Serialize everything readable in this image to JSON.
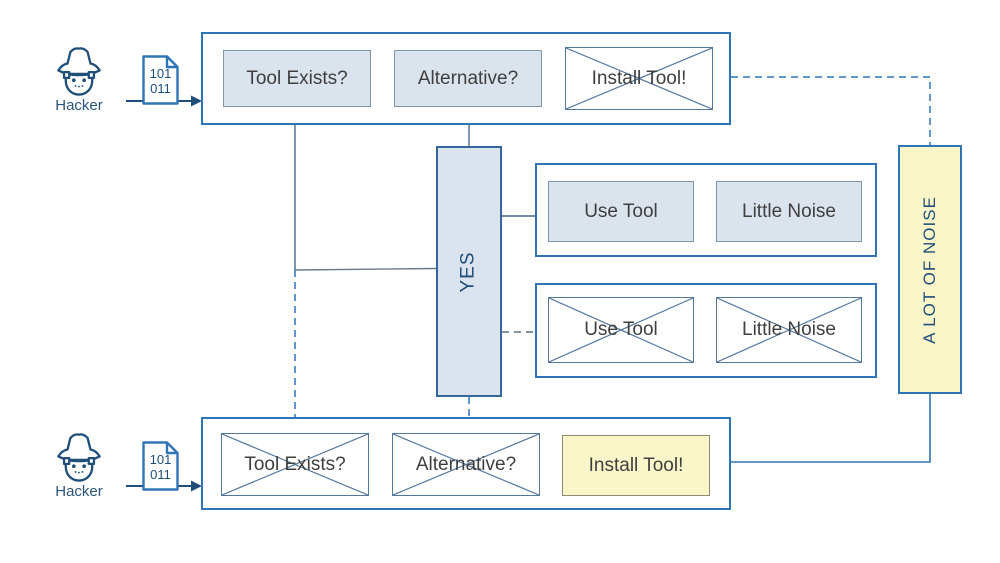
{
  "actors": {
    "top": {
      "name": "Hacker",
      "file_text": "101\n011"
    },
    "bottom": {
      "name": "Hacker",
      "file_text": "101\n011"
    }
  },
  "decision_rows": {
    "top": {
      "boxes": [
        {
          "label": "Tool Exists?",
          "state": "filled"
        },
        {
          "label": "Alternative?",
          "state": "filled"
        },
        {
          "label": "Install Tool!",
          "state": "crossed-out"
        }
      ]
    },
    "bottom": {
      "boxes": [
        {
          "label": "Tool Exists?",
          "state": "crossed-out"
        },
        {
          "label": "Alternative?",
          "state": "crossed-out"
        },
        {
          "label": "Install Tool!",
          "state": "highlighted-yellow"
        }
      ]
    }
  },
  "yes_box": {
    "label": "YES"
  },
  "outcome_rows": {
    "active": {
      "boxes": [
        {
          "label": "Use Tool",
          "state": "filled"
        },
        {
          "label": "Little Noise",
          "state": "filled"
        }
      ]
    },
    "inactive": {
      "boxes": [
        {
          "label": "Use Tool",
          "state": "crossed-out"
        },
        {
          "label": "Little Noise",
          "state": "crossed-out"
        }
      ]
    }
  },
  "noise_box": {
    "label": "A LOT OF NOISE"
  },
  "icons": {
    "actor": "hacker-icon",
    "file": "binary-file-icon",
    "cross": "cross-out-icon",
    "arrow": "arrow-right-icon"
  },
  "colors": {
    "container_border": "#2e75b6",
    "filled_box_fill": "#dbe3ed",
    "filled_box_border": "#8096ab",
    "yellow_fill": "#fbf6c9",
    "yellow_border": "#8c8c74",
    "dark_blue": "#1f4e79",
    "connector": "#46688a",
    "dashed_connector": "#2e75b6",
    "label_text": "#3f3f3f"
  }
}
